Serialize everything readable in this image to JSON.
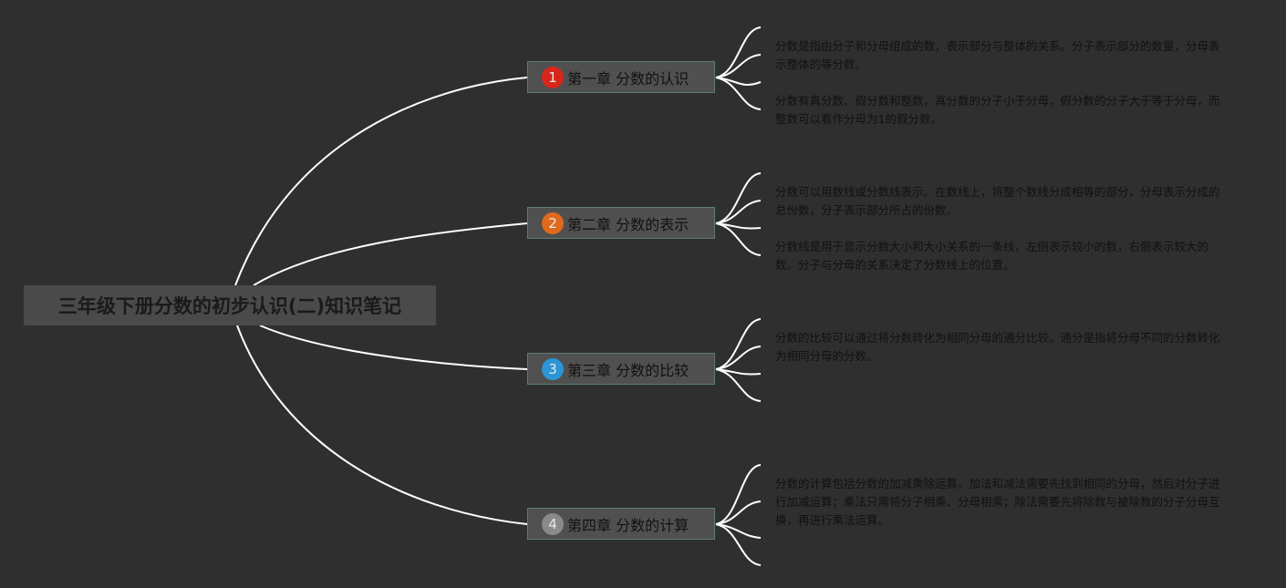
{
  "root": {
    "title": "三年级下册分数的初步认识(二)知识笔记"
  },
  "chapters": [
    {
      "badge": "1",
      "badge_color": "#d9261c",
      "label": "第一章 分数的认识",
      "notes": [
        "分数是指由分子和分母组成的数，表示部分与整体的关系。分子表示部分的数量，分母表示整体的等分数。",
        "分数有真分数、假分数和整数，真分数的分子小于分母，假分数的分子大于等于分母，而整数可以看作分母为1的假分数。"
      ]
    },
    {
      "badge": "2",
      "badge_color": "#e0691c",
      "label": "第二章 分数的表示",
      "notes": [
        "分数可以用数线或分数线表示。在数线上，将整个数线分成相等的部分，分母表示分成的总份数，分子表示部分所占的份数。",
        "分数线是用于显示分数大小和大小关系的一条线，左侧表示较小的数，右侧表示较大的数。分子与分母的关系决定了分数线上的位置。"
      ]
    },
    {
      "badge": "3",
      "badge_color": "#2b95d6",
      "label": "第三章 分数的比较",
      "notes": [
        "分数的比较可以通过将分数转化为相同分母的通分比较。通分是指将分母不同的分数转化为相同分母的分数。"
      ]
    },
    {
      "badge": "4",
      "badge_color": "#8a8a8a",
      "label": "第四章 分数的计算",
      "notes": [
        "分数的计算包括分数的加减乘除运算。加法和减法需要先找到相同的分母，然后对分子进行加减运算；乘法只需将分子相乘、分母相乘；除法需要先将除数与被除数的分子分母互换，再进行乘法运算。"
      ]
    }
  ],
  "colors": {
    "background": "#2f2f2f",
    "connector": "#ffffff",
    "node_border": "#5e7d72"
  }
}
